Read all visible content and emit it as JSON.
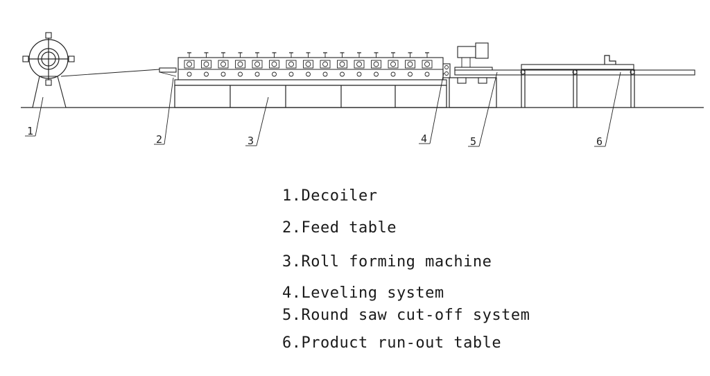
{
  "callouts": [
    "1",
    "2",
    "3",
    "4",
    "5",
    "6"
  ],
  "legend": [
    "1.Decoiler",
    "2.Feed table",
    "3.Roll forming machine",
    "4.Leveling system",
    "5.Round saw cut-off system",
    "6.Product run-out table"
  ]
}
